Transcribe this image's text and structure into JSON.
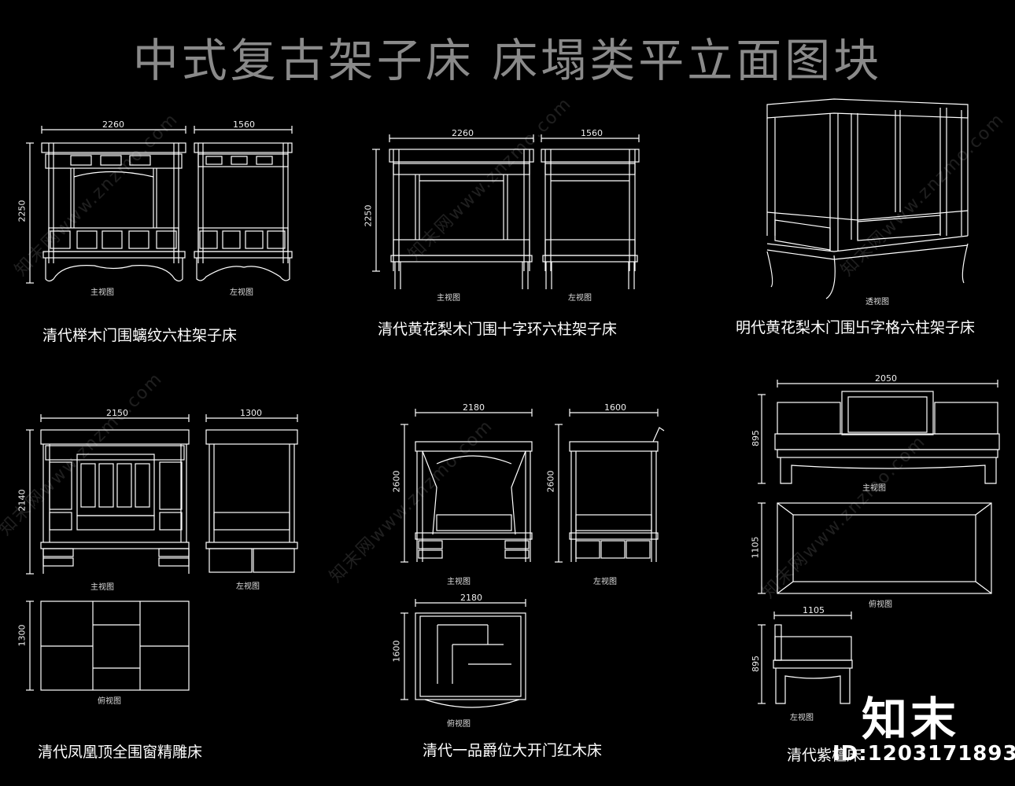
{
  "title": "中式复古架子床 床塌类平立面图块",
  "beds": [
    {
      "caption": "清代榉木门围螭纹六柱架子床",
      "dims": [
        "2260",
        "1560",
        "2250"
      ],
      "views": [
        "主视图",
        "左视图"
      ]
    },
    {
      "caption": "清代黄花梨木门围十字环六柱架子床",
      "dims": [
        "2260",
        "1560",
        "2250"
      ],
      "views": [
        "主视图",
        "左视图"
      ]
    },
    {
      "caption": "明代黄花梨木门围卐字格六柱架子床",
      "dims": [],
      "views": [
        "透视图"
      ]
    },
    {
      "caption": "清代凤凰顶全围窗精雕床",
      "dims": [
        "2150",
        "1300",
        "2140",
        "1300"
      ],
      "views": [
        "主视图",
        "左视图",
        "俯视图"
      ]
    },
    {
      "caption": "清代一品爵位大开门红木床",
      "dims": [
        "2180",
        "1600",
        "2600",
        "2600",
        "2180",
        "1600"
      ],
      "views": [
        "主视图",
        "左视图",
        "俯视图"
      ]
    },
    {
      "caption": "清代紫檀床",
      "dims": [
        "2050",
        "895",
        "1105",
        "1105",
        "895"
      ],
      "views": [
        "主视图",
        "俯视图",
        "左视图"
      ]
    }
  ],
  "watermark": "知末网www.znzmo.com",
  "logo": "知末",
  "id_text": "ID:1203171893"
}
